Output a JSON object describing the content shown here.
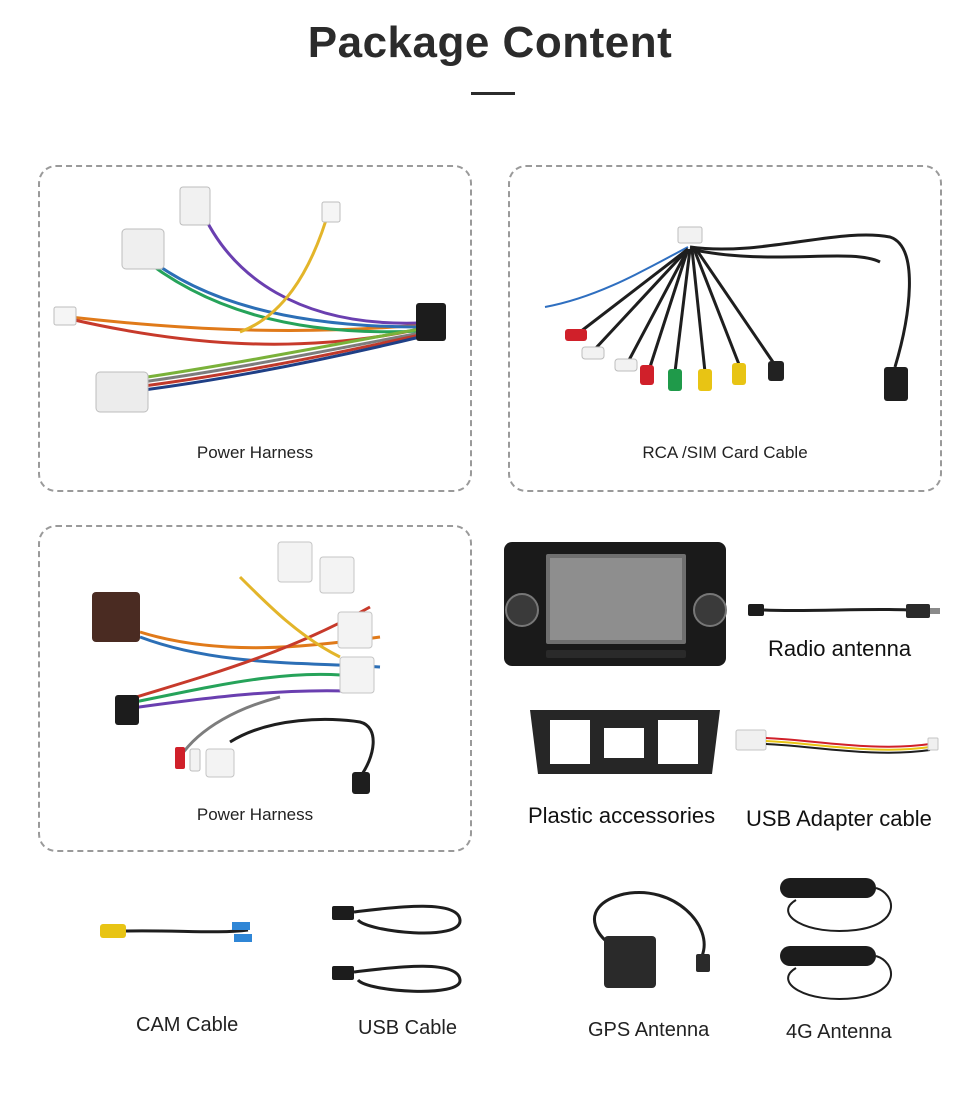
{
  "header": {
    "title": "Package Content"
  },
  "items": {
    "power_harness_1": "Power Harness",
    "rca_sim_cable": "RCA /SIM Card Cable",
    "power_harness_2": "Power Harness",
    "radio_antenna": "Radio antenna",
    "plastic_accessories": "Plastic accessories",
    "usb_adapter_cable": "USB Adapter cable",
    "cam_cable": "CAM Cable",
    "usb_cable": "USB Cable",
    "gps_antenna": "GPS Antenna",
    "antenna_4g": "4G Antenna"
  },
  "colors": {
    "title": "#2b2b2b",
    "dashed_border": "#9a9a9a",
    "cable_black": "#1e1e1e",
    "rca_red": "#d0202a",
    "rca_white": "#f2f2f2",
    "rca_yellow": "#e8c414",
    "rca_green": "#1f9a4a"
  }
}
